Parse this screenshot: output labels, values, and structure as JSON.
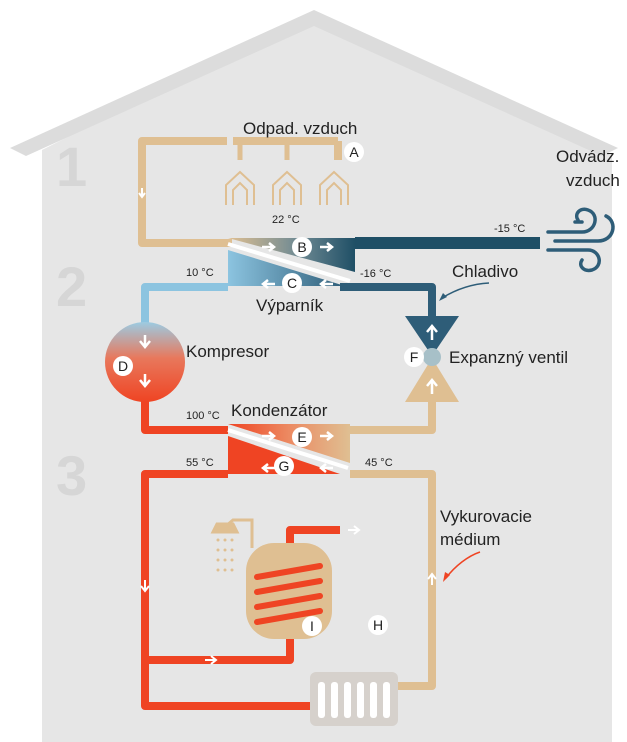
{
  "sections": [
    "1",
    "2",
    "3"
  ],
  "labels": {
    "exhaust_air": "Odpad. vzduch",
    "outgoing_air_line1": "Odvádz.",
    "outgoing_air_line2": "vzduch",
    "refrigerant": "Chladivo",
    "evaporator": "Výparník",
    "compressor": "Kompresor",
    "expansion_valve": "Expanzný ventil",
    "condenser": "Kondenzátor",
    "heating_medium_line1": "Vykurovacie",
    "heating_medium_line2": "médium"
  },
  "temperatures": {
    "t_22": "22 °C",
    "t_minus15": "-15 °C",
    "t_10": "10 °C",
    "t_minus16": "-16 °C",
    "t_100": "100 °C",
    "t_55": "55 °C",
    "t_45": "45 °C"
  },
  "points": {
    "A": "A",
    "B": "B",
    "C": "C",
    "D": "D",
    "E": "E",
    "F": "F",
    "G": "G",
    "H": "H",
    "I": "I"
  },
  "colors": {
    "house": "#e6e6e6",
    "warm_air": "#dfbf92",
    "cold_air": "#1f4f66",
    "refrigerant_cold": "#8cc4e0",
    "refrigerant_dark": "#2e5d78",
    "hot": "#ef4423",
    "radiator": "#d6d1cc"
  }
}
